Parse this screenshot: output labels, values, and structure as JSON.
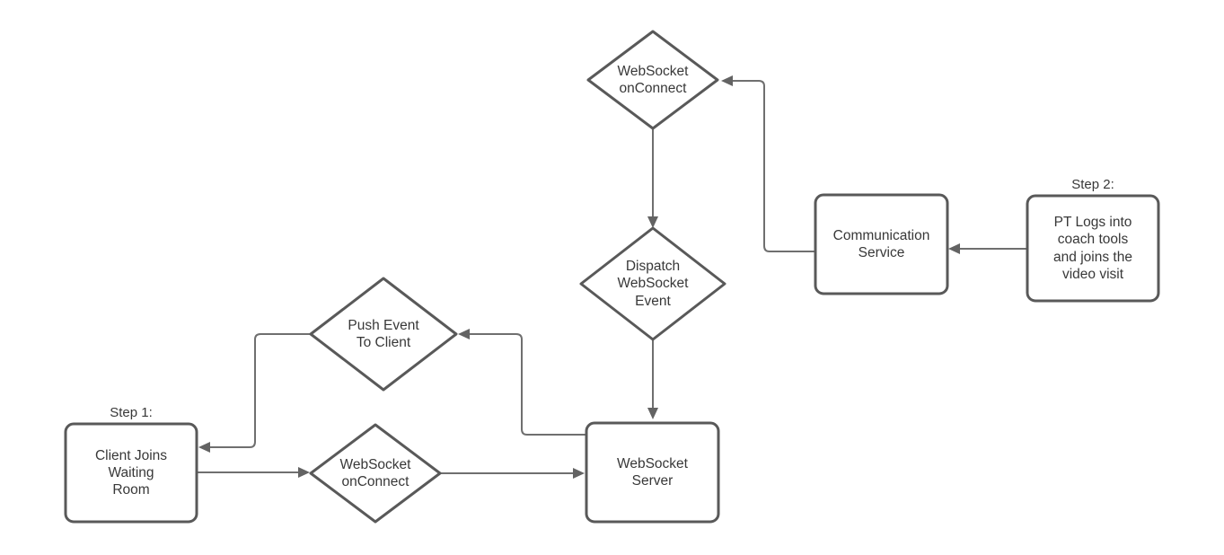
{
  "diagram": {
    "background_color": "#ffffff",
    "colors": {
      "shape_stroke": "#595959",
      "shape_fill": "#ffffff",
      "connector": "#6f6f6f",
      "arrowhead": "#636363",
      "text": "#383838"
    },
    "nodes": {
      "websocket_onconnect_top": {
        "shape": "diamond",
        "label": "WebSocket\nonConnect"
      },
      "dispatch_websocket_event": {
        "shape": "diamond",
        "label": "Dispatch\nWebSocket\nEvent"
      },
      "communication_service": {
        "shape": "rectangle",
        "label": "Communication\nService"
      },
      "pt_logs_in": {
        "shape": "rectangle",
        "caption": "Step 2:",
        "label": "PT Logs into\ncoach tools\nand joins the\nvideo visit"
      },
      "push_event_to_client": {
        "shape": "diamond",
        "label": "Push Event\nTo Client"
      },
      "client_joins_waiting_room": {
        "shape": "rectangle",
        "caption": "Step 1:",
        "label": "Client Joins\nWaiting\nRoom"
      },
      "websocket_onconnect_bottom": {
        "shape": "diamond",
        "label": "WebSocket\nonConnect"
      },
      "websocket_server": {
        "shape": "rectangle",
        "label": "WebSocket\nServer"
      }
    },
    "edges": [
      {
        "from": "pt_logs_in",
        "to": "communication_service"
      },
      {
        "from": "communication_service",
        "to": "websocket_onconnect_top"
      },
      {
        "from": "websocket_onconnect_top",
        "to": "dispatch_websocket_event"
      },
      {
        "from": "dispatch_websocket_event",
        "to": "websocket_server"
      },
      {
        "from": "websocket_server",
        "to": "push_event_to_client"
      },
      {
        "from": "push_event_to_client",
        "to": "client_joins_waiting_room"
      },
      {
        "from": "client_joins_waiting_room",
        "to": "websocket_onconnect_bottom"
      },
      {
        "from": "websocket_onconnect_bottom",
        "to": "websocket_server"
      }
    ]
  }
}
